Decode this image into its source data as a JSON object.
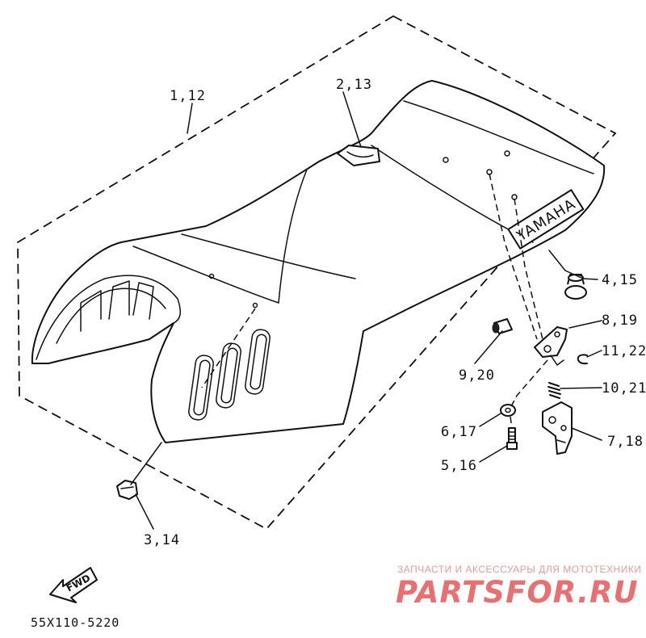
{
  "callouts": {
    "seat": "1,12",
    "strap": "2,13",
    "front_damper": "3,14",
    "rear_damper": "4,15",
    "bolt": "5,16",
    "nut": "6,17",
    "lock_catch": "7,18",
    "bracket": "8,19",
    "pin": "9,20",
    "spring": "10,21",
    "clip": "11,22"
  },
  "seat_brand": "YAMAHA",
  "fwd_label": "FWD",
  "drawing_number": "55X110-5220",
  "watermark": {
    "tagline": "ЗАПЧАСТИ И АКСЕССУАРЫ ДЛЯ МОТОТЕХНИКИ",
    "site": "PARTSFOR.RU"
  }
}
